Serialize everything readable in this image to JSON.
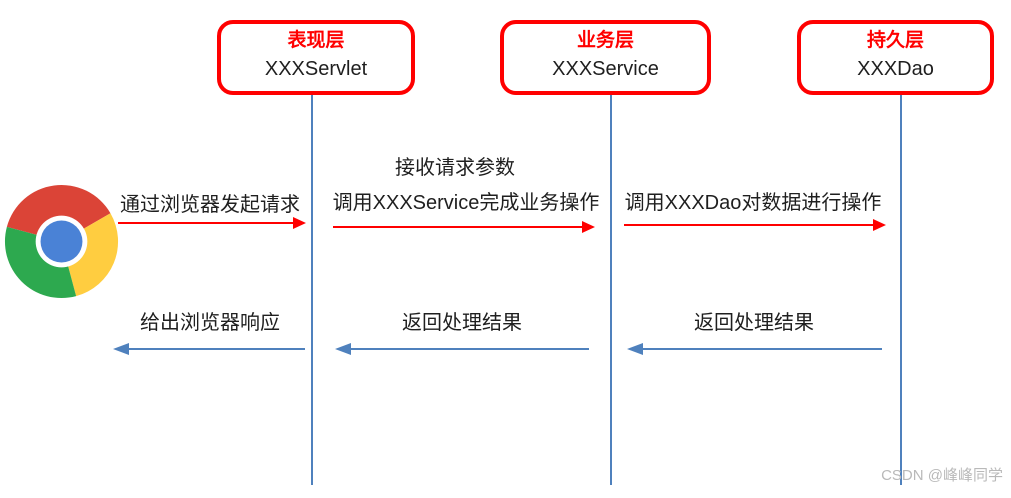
{
  "diagram": {
    "title_implicit": "three-layer request/response flow",
    "actor": {
      "icon": "chrome-browser-icon"
    },
    "layers": [
      {
        "title": "表现层",
        "name": "XXXServlet"
      },
      {
        "title": "业务层",
        "name": "XXXService"
      },
      {
        "title": "持久层",
        "name": "XXXDao"
      }
    ],
    "request_arrows": [
      {
        "labels": [
          "通过浏览器发起请求"
        ]
      },
      {
        "labels": [
          "接收请求参数",
          "调用XXXService完成业务操作"
        ]
      },
      {
        "labels": [
          "调用XXXDao对数据进行操作"
        ]
      }
    ],
    "response_arrows": [
      {
        "labels": [
          "给出浏览器响应"
        ]
      },
      {
        "labels": [
          "返回处理结果"
        ]
      },
      {
        "labels": [
          "返回处理结果"
        ]
      }
    ]
  },
  "watermark": "CSDN @峰峰同学",
  "colors": {
    "box_border_red": "#ff0000",
    "request_arrow_red": "#ff0000",
    "response_arrow_blue": "#4f81bd",
    "lifeline_blue": "#4f81bd",
    "title_red": "#ff0000",
    "text_black": "#1f1f1f",
    "watermark_gray": "#b9b9b9",
    "chrome_red": "#db4437",
    "chrome_yellow": "#ffcd40",
    "chrome_green": "#2da94f",
    "chrome_blue": "#4a82d6"
  }
}
